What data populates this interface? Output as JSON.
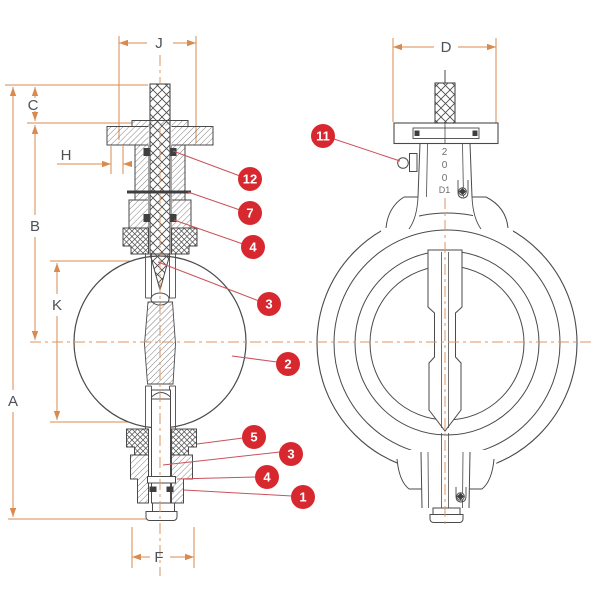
{
  "labels": {
    "A": "A",
    "B": "B",
    "C": "C",
    "D": "D",
    "F": "F",
    "H": "H",
    "J": "J",
    "K": "K"
  },
  "callouts": {
    "c12": "12",
    "c7": "7",
    "c4_upper": "4",
    "c3_upper": "3",
    "c2": "2",
    "c5": "5",
    "c3_lower": "3",
    "c4_lower": "4",
    "c1": "1",
    "c11": "11"
  },
  "neck_marking": {
    "l1": "2",
    "l2": "0",
    "l3": "0",
    "l4": "D1"
  },
  "colors": {
    "dimension_line": "#D88A4F",
    "callout_red": "#D7282F",
    "leader_red": "#C9525A",
    "drawing_line": "#4A4A4A",
    "label_text": "#4F5156",
    "marking_text": "#6E6E6E"
  }
}
